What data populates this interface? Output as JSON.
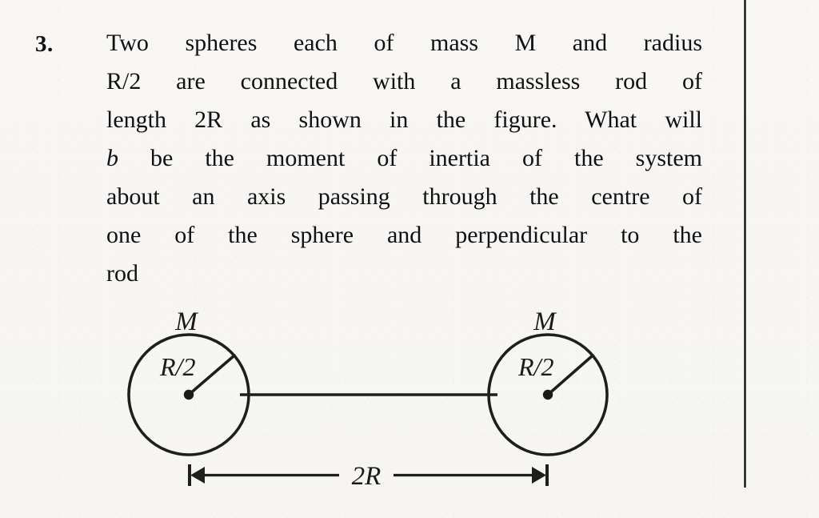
{
  "page": {
    "background_color": "#faf9f7",
    "ink_color": "#111111"
  },
  "question": {
    "number": "3.",
    "lines": [
      "Two spheres each of mass M and radius",
      "R/2 are connected with a massless rod of",
      "length 2R as shown in the figure. What will",
      "b be the moment of inertia of the system",
      "about an axis passing through the centre of",
      "one of the sphere and perpendicular to the",
      "rod"
    ],
    "line4_italic_lead": "b",
    "line4_rest": " be the moment of inertia of the system",
    "full_text": "Two spheres each of mass M and radius R/2 are connected with a massless rod of length 2R as shown in the figure. What will b be the moment of inertia of the system about an axis passing through the centre of one of the sphere and perpendicular to the rod"
  },
  "figure": {
    "left_sphere": {
      "mass_label": "M",
      "radius_label": "R/2"
    },
    "right_sphere": {
      "mass_label": "M",
      "radius_label": "R/2"
    },
    "dimension": {
      "label": "2R"
    }
  }
}
